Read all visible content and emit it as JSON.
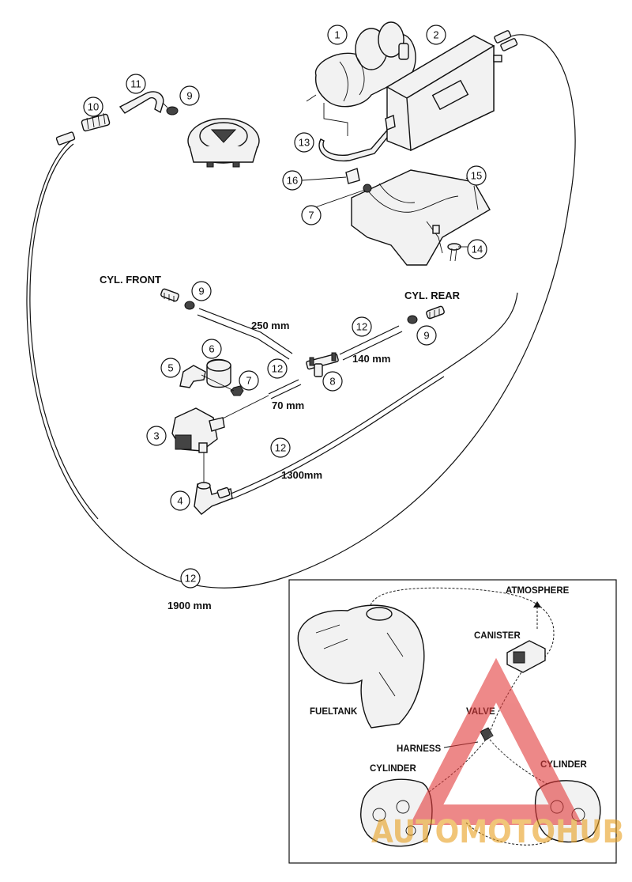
{
  "callouts": [
    "1",
    "2",
    "3",
    "4",
    "5",
    "6",
    "7",
    "8",
    "9",
    "10",
    "11",
    "12",
    "13",
    "14",
    "15",
    "16"
  ],
  "labels": {
    "cyl_front": "CYL. FRONT",
    "cyl_rear": "CYL. REAR",
    "len_250": "250 mm",
    "len_140": "140 mm",
    "len_70": "70 mm",
    "len_1300": "1300mm",
    "len_1900": "1900 mm"
  },
  "inset": {
    "atmosphere": "ATMOSPHERE",
    "canister": "CANISTER",
    "fueltank": "FUELTANK",
    "valve": "VALVE",
    "harness": "HARNESS",
    "cylinder_left": "CYLINDER",
    "cylinder_right": "CYLINDER"
  },
  "watermark": {
    "text": "AUTOMOTOHUB",
    "color": "#e23a3a"
  }
}
